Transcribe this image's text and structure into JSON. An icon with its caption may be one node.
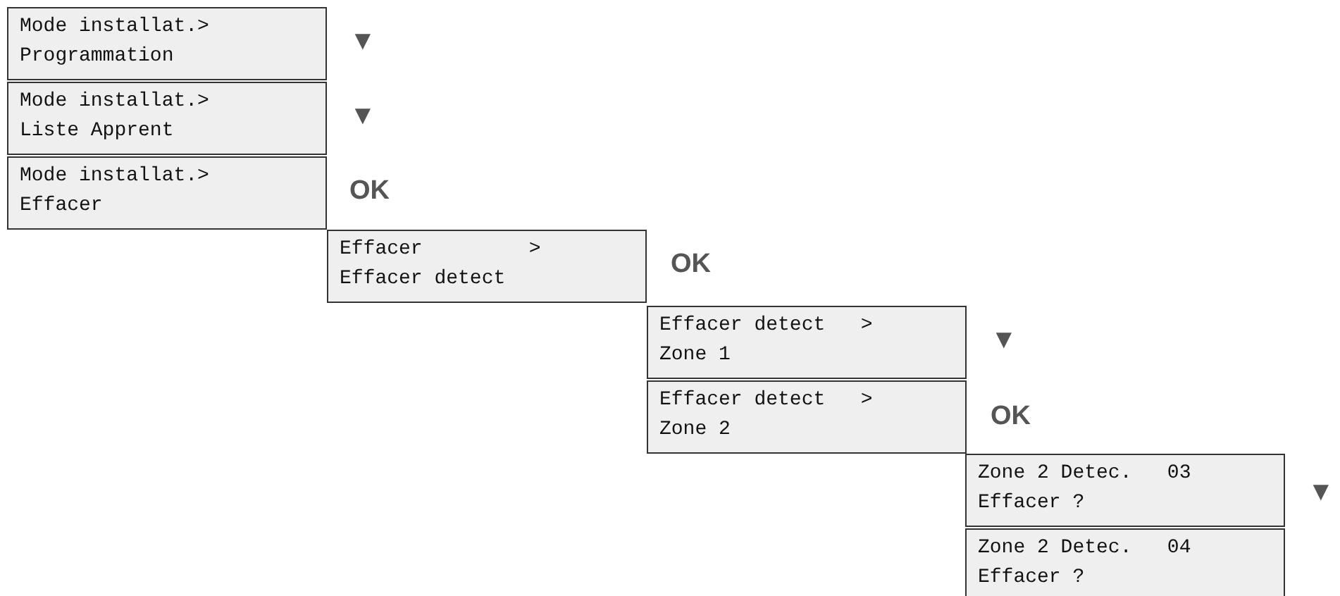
{
  "diagram": {
    "nodes": [
      {
        "text": [
          "Mode installat.>",
          "Programmation"
        ]
      },
      {
        "text": [
          "Mode installat.>",
          "Liste Apprent"
        ]
      },
      {
        "text": [
          "Mode installat.>",
          "Effacer"
        ]
      },
      {
        "text": [
          "Effacer         >",
          "Effacer detect"
        ]
      },
      {
        "text": [
          "Effacer detect   >",
          "Zone 1"
        ]
      },
      {
        "text": [
          "Effacer detect   >",
          "Zone 2"
        ]
      },
      {
        "text": [
          "Zone 2 Detec.   03",
          "Effacer ?"
        ]
      },
      {
        "text": [
          "Zone 2 Detec.   04",
          "Effacer ?"
        ]
      }
    ],
    "labels": [
      "▼",
      "▼",
      "OK",
      "OK",
      "▼",
      "OK",
      "▼"
    ]
  }
}
